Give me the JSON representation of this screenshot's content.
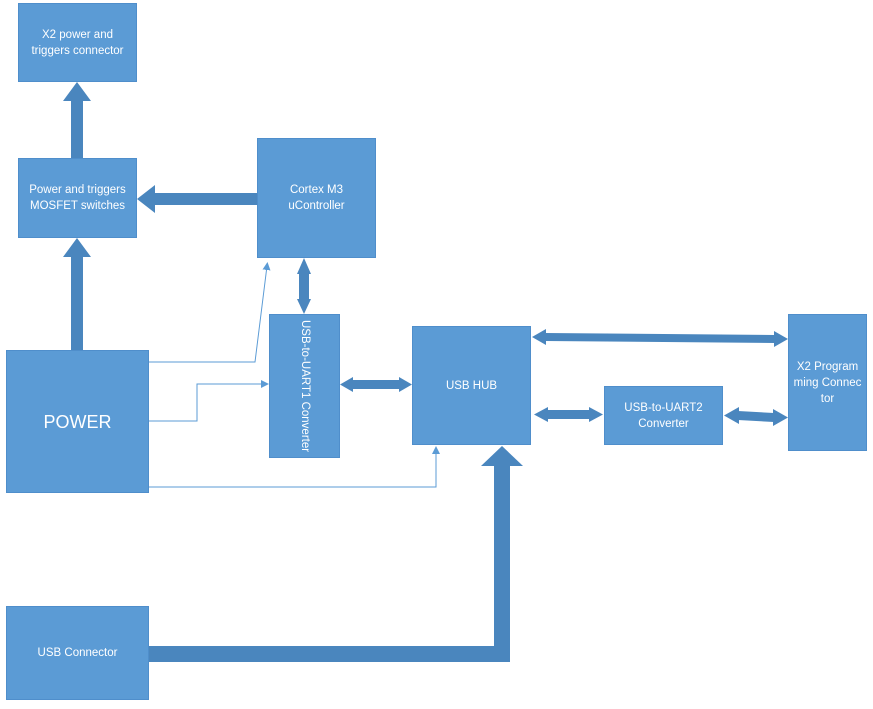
{
  "blocks": {
    "x2_conn": "X2 power and triggers connector",
    "mosfet": "Power and triggers MOSFET switches",
    "cortex": "Cortex M3 uController",
    "power": "POWER",
    "uart1": "USB-to-UART1 Converter",
    "hub": "USB HUB",
    "uart2": "USB-to-UART2 Converter",
    "x2_prog": "X2 Programming Connector",
    "usb_conn": "USB Connector"
  },
  "colors": {
    "block_fill": "#5b9bd5",
    "arrow": "#4a86be",
    "text": "#ffffff"
  }
}
